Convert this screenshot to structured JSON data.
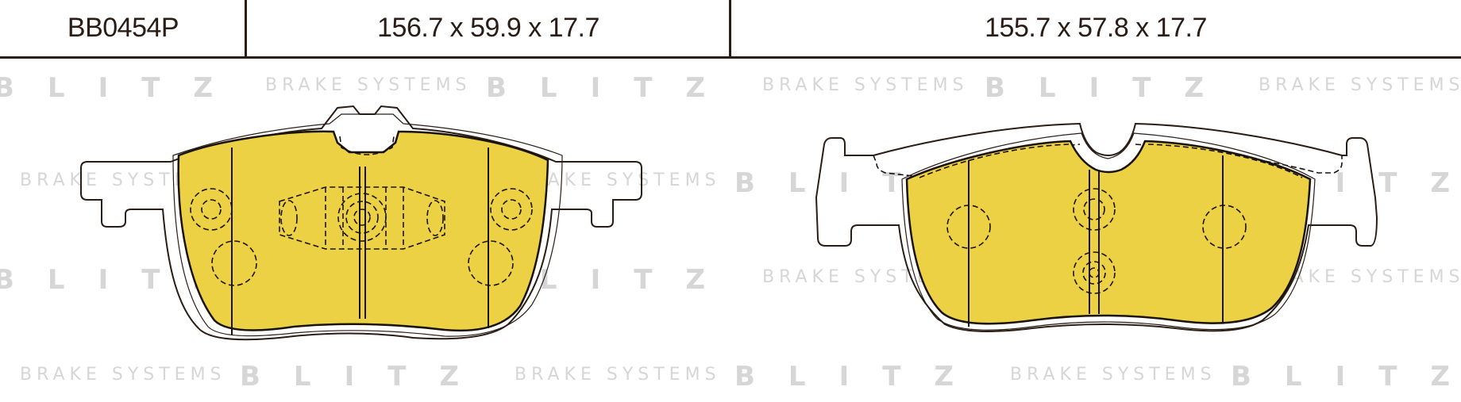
{
  "header": {
    "part_number": "BB0454P",
    "dimensions_left": "156.7 x 59.9 x 17.7",
    "dimensions_right": "155.7 x 57.8 x 17.7"
  },
  "watermark": {
    "brand": "BLITZ",
    "tagline": "BRAKE SYSTEMS"
  },
  "colors": {
    "pad_fill": "#ecd145",
    "outline": "#2a1d15",
    "watermark": "#d6d6d6"
  }
}
